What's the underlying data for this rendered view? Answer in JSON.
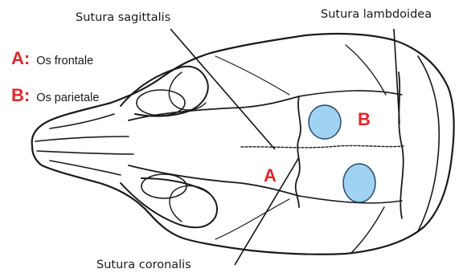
{
  "legend": [
    {
      "letter": "A:",
      "text": "Os frontale"
    },
    {
      "letter": "B:",
      "text": "Os parietale"
    }
  ],
  "labels": {
    "sagittal": "Sutura sagittalis",
    "lambdoid": "Sutura lambdoidea",
    "coronal": "Sutura coronalis"
  },
  "markers": {
    "a": "A",
    "b": "B"
  },
  "colors": {
    "accent": "#e0262b",
    "spot": "#9fd2f3",
    "spot_outline": "#2a4a66",
    "bone_line": "#1a1a1a"
  }
}
